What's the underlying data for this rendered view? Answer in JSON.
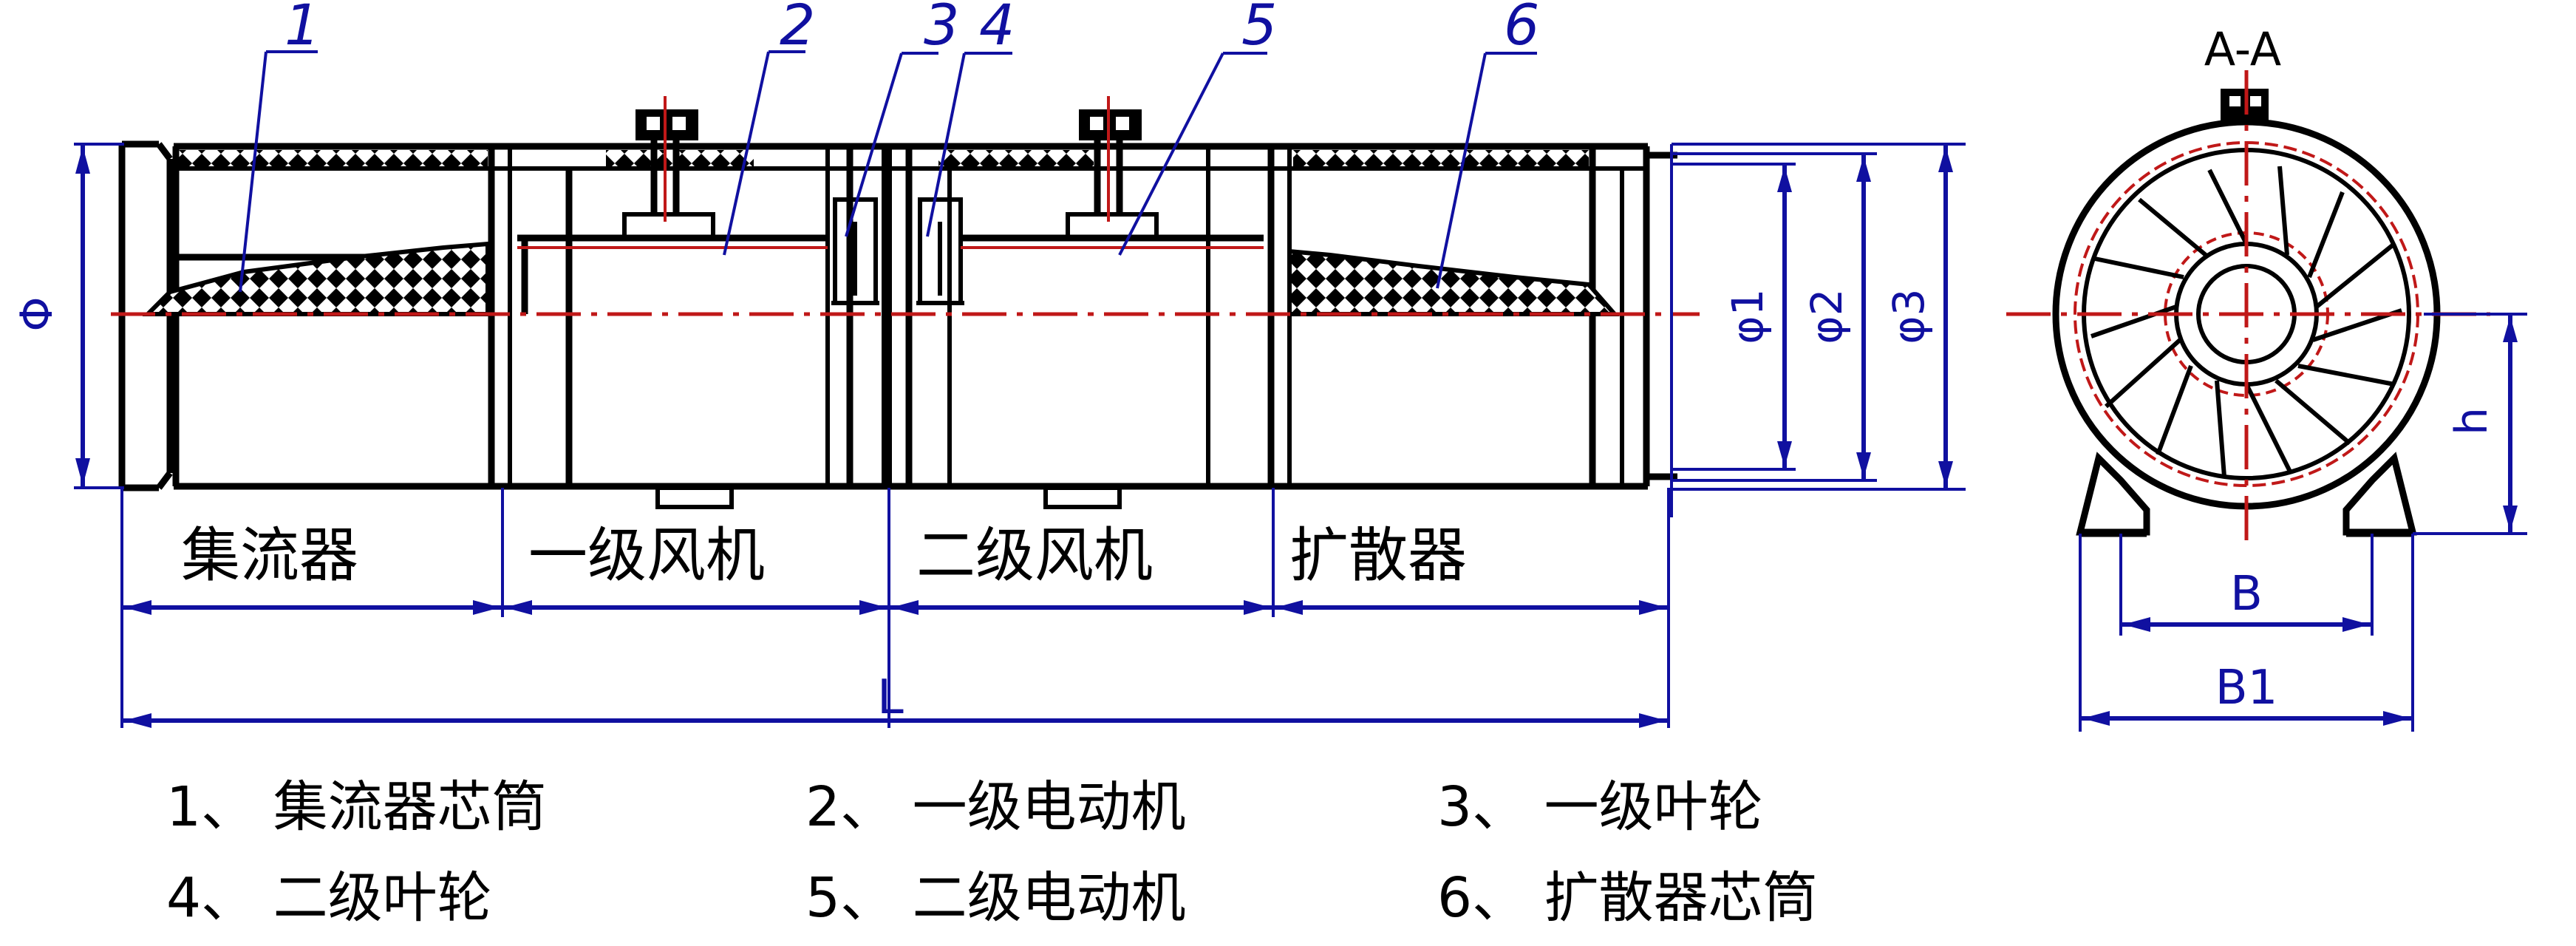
{
  "drawing": {
    "type": "two-stage axial fan assembly drawing",
    "colors": {
      "outline": "#000000",
      "dimension": "#1010a0",
      "centerline": "#c01818",
      "background": "#ffffff"
    }
  },
  "part_callouts": [
    "1",
    "2",
    "3",
    "4",
    "5",
    "6"
  ],
  "sections": [
    {
      "label": "集流器"
    },
    {
      "label": "一级风机"
    },
    {
      "label": "二级风机"
    },
    {
      "label": "扩散器"
    }
  ],
  "dimensions": {
    "inlet_diameter": "Φ",
    "phi1": "φ1",
    "phi2": "φ2",
    "phi3": "φ3",
    "overall_length": "L",
    "center_height": "h",
    "base_inner_width": "B",
    "base_outer_width": "B1"
  },
  "section_view": {
    "title": "A-A"
  },
  "legend": [
    {
      "num": "1、",
      "text": "集流器芯筒"
    },
    {
      "num": "2、",
      "text": "一级电动机"
    },
    {
      "num": "3、",
      "text": "一级叶轮"
    },
    {
      "num": "4、",
      "text": "二级叶轮"
    },
    {
      "num": "5、",
      "text": "二级电动机"
    },
    {
      "num": "6、",
      "text": "扩散器芯筒"
    }
  ]
}
